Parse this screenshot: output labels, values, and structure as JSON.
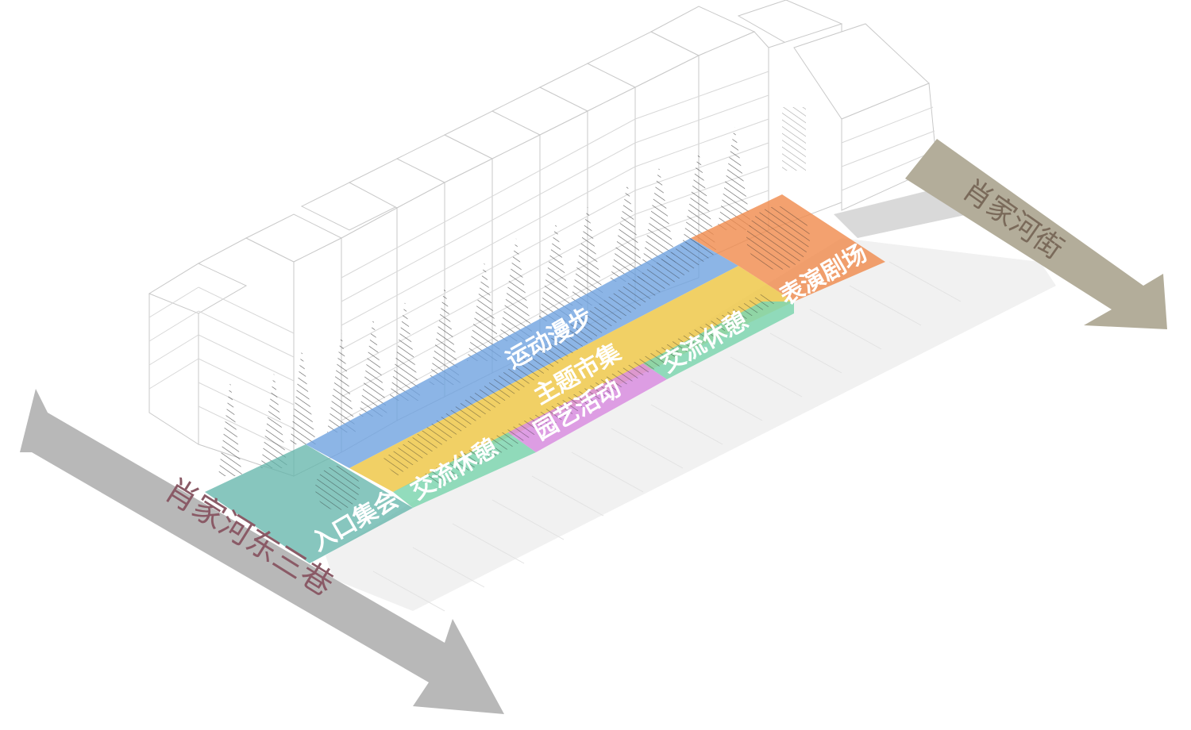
{
  "zones": [
    {
      "id": "entrance",
      "label": "入口集会",
      "color": "#5fb3a8"
    },
    {
      "id": "walk",
      "label": "运动漫步",
      "color": "#6fa3e0"
    },
    {
      "id": "market",
      "label": "主题市集",
      "color": "#eec84a"
    },
    {
      "id": "rest1",
      "label": "交流休憩",
      "color": "#7fd6b0"
    },
    {
      "id": "garden",
      "label": "园艺活动",
      "color": "#d98ee0"
    },
    {
      "id": "rest2",
      "label": "交流休憩",
      "color": "#7fd6b0"
    },
    {
      "id": "theater",
      "label": "表演剧场",
      "color": "#f08a4b"
    }
  ],
  "roads": [
    {
      "id": "road-left",
      "label": "肖家河东三巷",
      "color": "#b8b8b8"
    },
    {
      "id": "road-right",
      "label": "肖家河街",
      "color": "#b3ad9a"
    }
  ]
}
